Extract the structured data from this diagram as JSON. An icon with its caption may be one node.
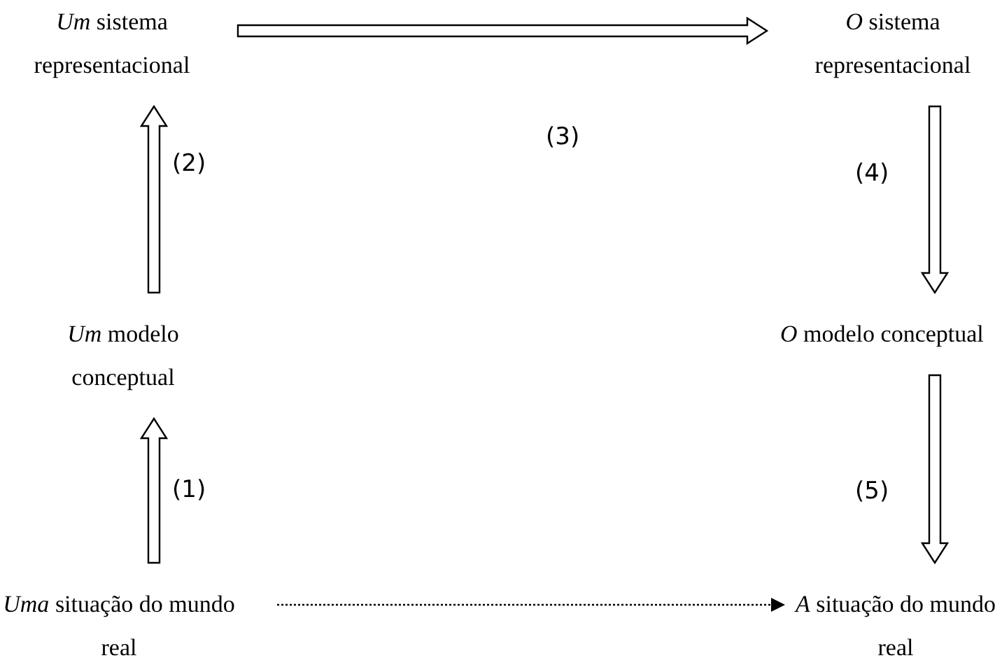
{
  "diagram": {
    "nodes": [
      {
        "text": [
          "*Um* sistema representacional"
        ]
      },
      {
        "text": [
          "*O* sistema representacional"
        ]
      },
      {
        "text": [
          "*Um* modelo conceptual"
        ]
      },
      {
        "text": [
          "*O* modelo conceptual"
        ]
      },
      {
        "text": [
          "*Uma* situação do mundo real"
        ]
      },
      {
        "text": [
          "*A* situação do mundo real"
        ]
      }
    ],
    "edges": [
      {
        "from": 4,
        "to": 2,
        "arrow": "to",
        "label": "(1)"
      },
      {
        "from": 2,
        "to": 0,
        "arrow": "to",
        "label": "(2)"
      },
      {
        "from": 0,
        "to": 1,
        "arrow": "to",
        "label": "(3)"
      },
      {
        "from": 1,
        "to": 3,
        "arrow": "to",
        "label": "(4)"
      },
      {
        "from": 3,
        "to": 5,
        "arrow": "to",
        "label": "(5)"
      },
      {
        "from": 4,
        "to": 5,
        "arrow": "to",
        "style": "dashed"
      }
    ]
  }
}
